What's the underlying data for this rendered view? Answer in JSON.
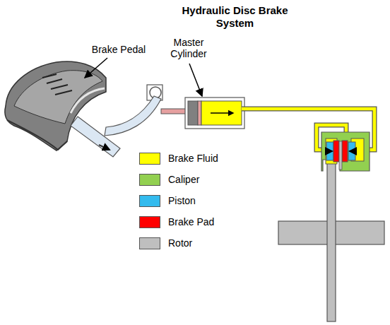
{
  "diagram": {
    "title": "Hydraulic Disc Brake System",
    "labels": [
      "Brake Pedal",
      "Master Cylinder"
    ],
    "legend": [
      {
        "text": "Brake Fluid",
        "color": "#ffff00"
      },
      {
        "text": "Caliper",
        "color": "#92d050"
      },
      {
        "text": "Piston",
        "color": "#33bbee"
      },
      {
        "text": "Brake Pad",
        "color": "#ff0000"
      },
      {
        "text": "Rotor",
        "color": "#bfbfbf"
      }
    ]
  }
}
